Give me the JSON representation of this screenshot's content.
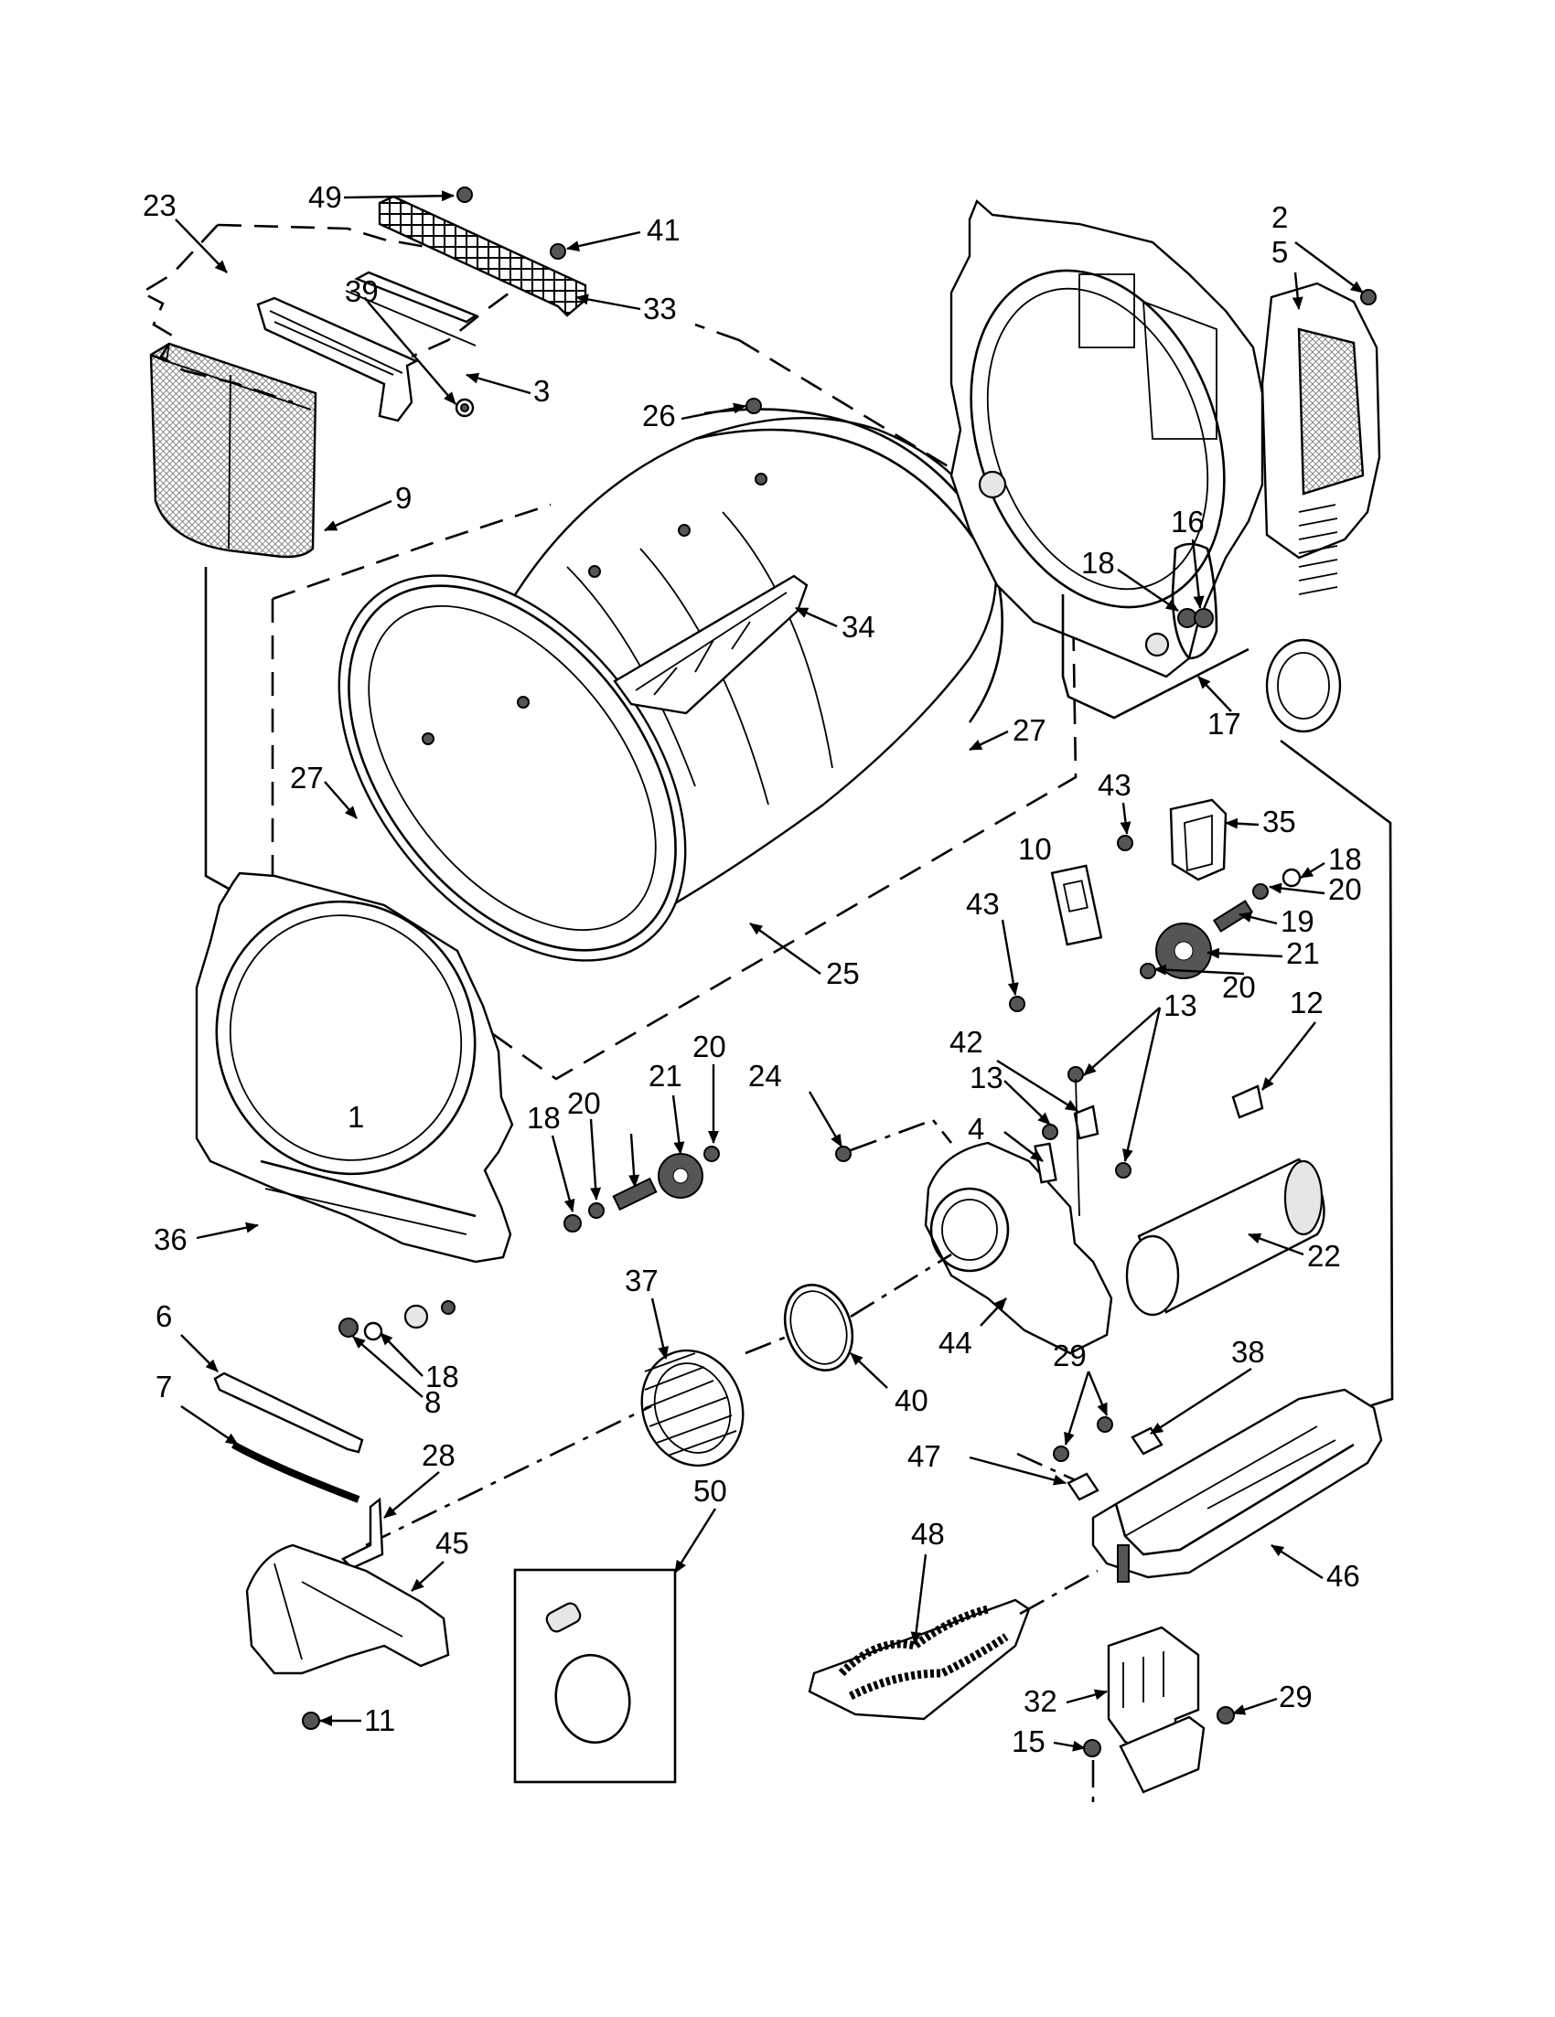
{
  "callouts": [
    {
      "id": "c1",
      "label": "1"
    },
    {
      "id": "c2",
      "label": "2"
    },
    {
      "id": "c3",
      "label": "3"
    },
    {
      "id": "c4",
      "label": "4"
    },
    {
      "id": "c5",
      "label": "5"
    },
    {
      "id": "c6",
      "label": "6"
    },
    {
      "id": "c7",
      "label": "7"
    },
    {
      "id": "c8",
      "label": "8"
    },
    {
      "id": "c9",
      "label": "9"
    },
    {
      "id": "c10",
      "label": "10"
    },
    {
      "id": "c11",
      "label": "11"
    },
    {
      "id": "c12",
      "label": "12"
    },
    {
      "id": "c13a",
      "label": "13"
    },
    {
      "id": "c13b",
      "label": "13"
    },
    {
      "id": "c15",
      "label": "15"
    },
    {
      "id": "c16",
      "label": "16"
    },
    {
      "id": "c17",
      "label": "17"
    },
    {
      "id": "c18a",
      "label": "18"
    },
    {
      "id": "c18b",
      "label": "18"
    },
    {
      "id": "c18c",
      "label": "18"
    },
    {
      "id": "c18d",
      "label": "18"
    },
    {
      "id": "c19",
      "label": "19"
    },
    {
      "id": "c20a",
      "label": "20"
    },
    {
      "id": "c20b",
      "label": "20"
    },
    {
      "id": "c20c",
      "label": "20"
    },
    {
      "id": "c20d",
      "label": "20"
    },
    {
      "id": "c21a",
      "label": "21"
    },
    {
      "id": "c21b",
      "label": "21"
    },
    {
      "id": "c22",
      "label": "22"
    },
    {
      "id": "c23",
      "label": "23"
    },
    {
      "id": "c24",
      "label": "24"
    },
    {
      "id": "c25",
      "label": "25"
    },
    {
      "id": "c26",
      "label": "26"
    },
    {
      "id": "c27a",
      "label": "27"
    },
    {
      "id": "c27b",
      "label": "27"
    },
    {
      "id": "c28",
      "label": "28"
    },
    {
      "id": "c29a",
      "label": "29"
    },
    {
      "id": "c29b",
      "label": "29"
    },
    {
      "id": "c32",
      "label": "32"
    },
    {
      "id": "c33",
      "label": "33"
    },
    {
      "id": "c34",
      "label": "34"
    },
    {
      "id": "c35",
      "label": "35"
    },
    {
      "id": "c36",
      "label": "36"
    },
    {
      "id": "c37",
      "label": "37"
    },
    {
      "id": "c38",
      "label": "38"
    },
    {
      "id": "c39",
      "label": "39"
    },
    {
      "id": "c40",
      "label": "40"
    },
    {
      "id": "c41",
      "label": "41"
    },
    {
      "id": "c42",
      "label": "42"
    },
    {
      "id": "c43a",
      "label": "43"
    },
    {
      "id": "c43b",
      "label": "43"
    },
    {
      "id": "c44",
      "label": "44"
    },
    {
      "id": "c45",
      "label": "45"
    },
    {
      "id": "c46",
      "label": "46"
    },
    {
      "id": "c47",
      "label": "47"
    },
    {
      "id": "c48",
      "label": "48"
    },
    {
      "id": "c49",
      "label": "49"
    },
    {
      "id": "c50",
      "label": "50"
    }
  ]
}
